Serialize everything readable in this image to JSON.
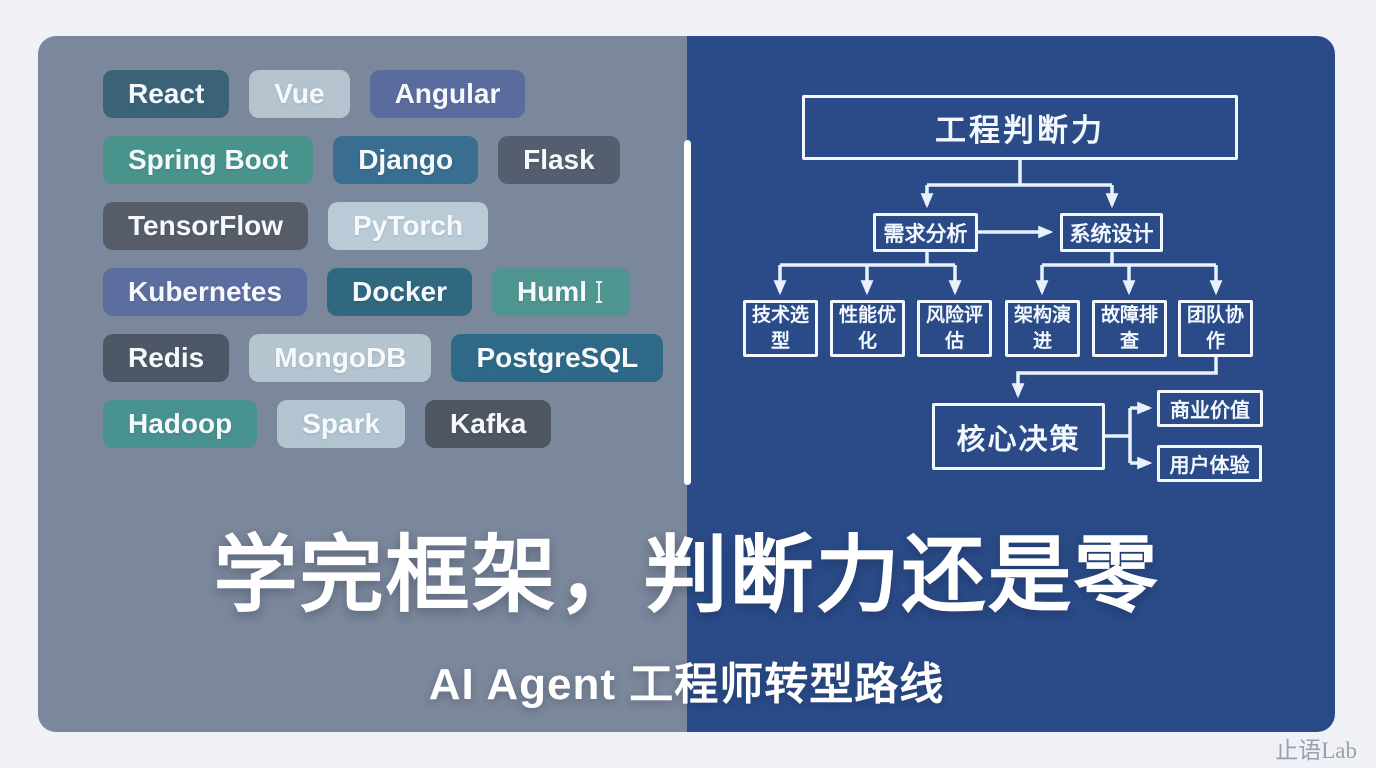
{
  "page": {
    "background": "#eff1f6"
  },
  "colors": {
    "left_panel": "#7b879b",
    "right_panel": "#2a4b88",
    "divider": "#ffffff",
    "flow_line": "#e9f2fc",
    "headline_text": "#ffffff",
    "watermark_text": "#9aa1ac"
  },
  "icons": {
    "huml_cursor": "text-cursor-icon (I-beam)"
  },
  "tags": {
    "rows": [
      [
        {
          "label": "React",
          "bg": "#3a6378"
        },
        {
          "label": "Vue",
          "bg": "#b5c3cf"
        },
        {
          "label": "Angular",
          "bg": "#5a6b9e"
        }
      ],
      [
        {
          "label": "Spring Boot",
          "bg": "#48948d"
        },
        {
          "label": "Django",
          "bg": "#396e90"
        },
        {
          "label": "Flask",
          "bg": "#545e6e"
        }
      ],
      [
        {
          "label": "TensorFlow",
          "bg": "#565d69"
        },
        {
          "label": "PyTorch",
          "bg": "#b9cbd6"
        }
      ],
      [
        {
          "label": "Kubernetes",
          "bg": "#5c6da0"
        },
        {
          "label": "Docker",
          "bg": "#30687f"
        },
        {
          "label": "Huml",
          "bg": "#4f9590"
        }
      ],
      [
        {
          "label": "Redis",
          "bg": "#4e5765"
        },
        {
          "label": "MongoDB",
          "bg": "#b4c5d0"
        },
        {
          "label": "PostgreSQL",
          "bg": "#2e6a87"
        }
      ],
      [
        {
          "label": "Hadoop",
          "bg": "#479190"
        },
        {
          "label": "Spark",
          "bg": "#b1c4d0"
        },
        {
          "label": "Kafka",
          "bg": "#4e5563"
        }
      ]
    ]
  },
  "flowchart": {
    "root": "工程判断力",
    "level2": [
      {
        "label": "需求分析"
      },
      {
        "label": "系统设计"
      }
    ],
    "level3": [
      {
        "label": "技术选型"
      },
      {
        "label": "性能优化"
      },
      {
        "label": "风险评估"
      },
      {
        "label": "架构演进"
      },
      {
        "label": "故障排查"
      },
      {
        "label": "团队协作"
      }
    ],
    "core": "核心决策",
    "outcomes": [
      {
        "label": "商业价值"
      },
      {
        "label": "用户体验"
      }
    ]
  },
  "headline": {
    "title": "学完框架，判断力还是零",
    "subtitle": "AI Agent 工程师转型路线"
  },
  "watermark": "止语Lab"
}
